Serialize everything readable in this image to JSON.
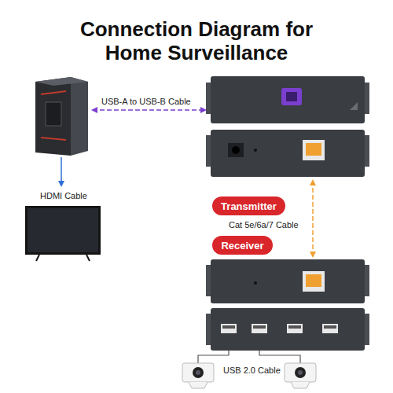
{
  "diagram": {
    "title": "Connection Diagram for Home Surveillance",
    "nodes": [
      {
        "text": [
          "Transmitter"
        ]
      },
      {
        "text": [
          "Receiver"
        ]
      }
    ],
    "labels": [
      "USB-A to USB-B Cable",
      "HDMI Cable",
      "Cat 5e/6a/7 Cable",
      "USB 2.0 Cable"
    ]
  }
}
